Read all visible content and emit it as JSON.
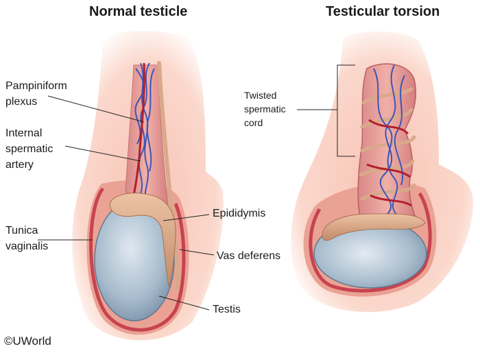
{
  "titles": {
    "left": "Normal testicle",
    "right": "Testicular torsion"
  },
  "labels": {
    "pampiniform": [
      "Pampiniform",
      "plexus"
    ],
    "artery": [
      "Internal",
      "spermatic",
      "artery"
    ],
    "tunica": [
      "Tunica",
      "vaginalis"
    ],
    "epididymis": "Epididymis",
    "vas_deferens": "Vas deferens",
    "testis": "Testis",
    "twisted": [
      "Twisted",
      "spermatic",
      "cord"
    ]
  },
  "copyright": "©UWorld",
  "colors": {
    "background_glow": "#fbd8cc",
    "tunica_layer": "#e8a090",
    "tunica_cavity": "#c7434f",
    "testis_fill": "#a8bccd",
    "epididymis": "#d8a888",
    "artery": "#b21e2a",
    "vein": "#3a56b8",
    "leader_line": "#222222"
  }
}
